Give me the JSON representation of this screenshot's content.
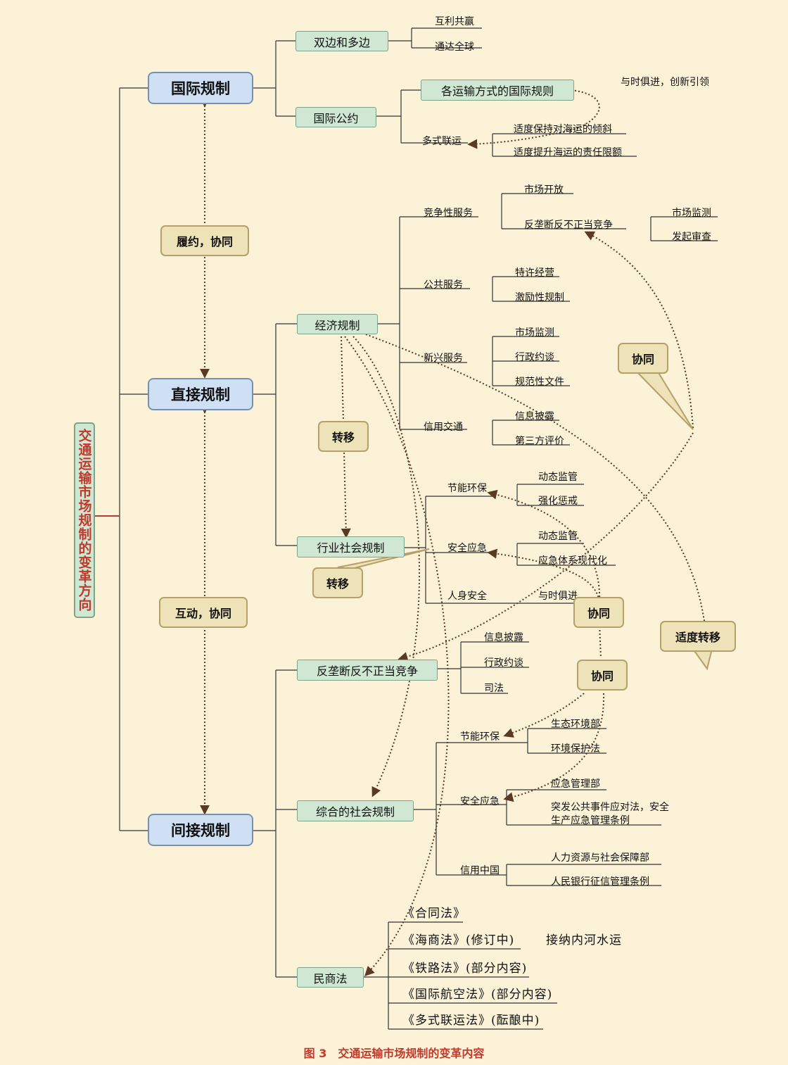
{
  "root": "交通运输市场规制的变革方向",
  "intl": {
    "title": "国际规制",
    "bilateral": {
      "label": "双边和多边",
      "leaves": [
        "互利共赢",
        "通达全球"
      ]
    },
    "convention": {
      "label": "国际公约"
    },
    "modes": "各运输方式的国际规则",
    "innovation_note": "与时俱进，创新引领",
    "multimodal": {
      "label": "多式联运",
      "leaves": [
        "适度保持对海运的倾斜",
        "适度提升海运的责任限额"
      ]
    }
  },
  "direct": {
    "title": "直接规制",
    "economic": {
      "label": "经济规制",
      "groups": [
        {
          "label": "竞争性服务",
          "leaves": [
            "市场开放",
            "反垄断反不正当竞争"
          ],
          "subleaves": [
            "市场监测",
            "发起审查"
          ]
        },
        {
          "label": "公共服务",
          "leaves": [
            "特许经营",
            "激励性规制"
          ]
        },
        {
          "label": "新兴服务",
          "leaves": [
            "市场监测",
            "行政约谈",
            "规范性文件"
          ]
        },
        {
          "label": "信用交通",
          "leaves": [
            "信息披露",
            "第三方评价"
          ]
        }
      ]
    },
    "industry_social": {
      "label": "行业社会规制",
      "groups": [
        {
          "label": "节能环保",
          "leaves": [
            "动态监管",
            "强化惩戒"
          ]
        },
        {
          "label": "安全应急",
          "leaves": [
            "动态监管",
            "应急体系现代化"
          ]
        },
        {
          "label": "人身安全",
          "leaves": [
            "与时俱进"
          ]
        }
      ]
    }
  },
  "indirect": {
    "title": "间接规制",
    "antitrust": {
      "label": "反垄断反不正当竞争",
      "leaves": [
        "信息披露",
        "行政约谈",
        "司法"
      ]
    },
    "comprehensive_social": {
      "label": "综合的社会规制",
      "groups": [
        {
          "label": "节能环保",
          "leaves": [
            "生态环境部",
            "环境保护法"
          ]
        },
        {
          "label": "安全应急",
          "leaves": [
            "应急管理部",
            "突发公共事件应对法，安全生产应急管理条例"
          ]
        },
        {
          "label": "信用中国",
          "leaves": [
            "人力资源与社会保障部",
            "人民银行征信管理条例"
          ]
        }
      ]
    },
    "civil": {
      "label": "民商法",
      "laws": [
        "《合同法》",
        "《海商法》(修订中)",
        "《铁路法》(部分内容)",
        "《国际航空法》(部分内容)",
        "《多式联运法》(酝酿中)"
      ],
      "inland_note": "接纳内河水运"
    }
  },
  "relations": {
    "perform": "履约，协同",
    "interact": "互动，协同",
    "transfer_1": "转移",
    "transfer_2": "转移",
    "synergy_1": "协同",
    "synergy_2": "协同",
    "synergy_3": "协同",
    "moderate": "适度转移"
  },
  "caption": "图 3　交通运输市场规制的变革内容"
}
